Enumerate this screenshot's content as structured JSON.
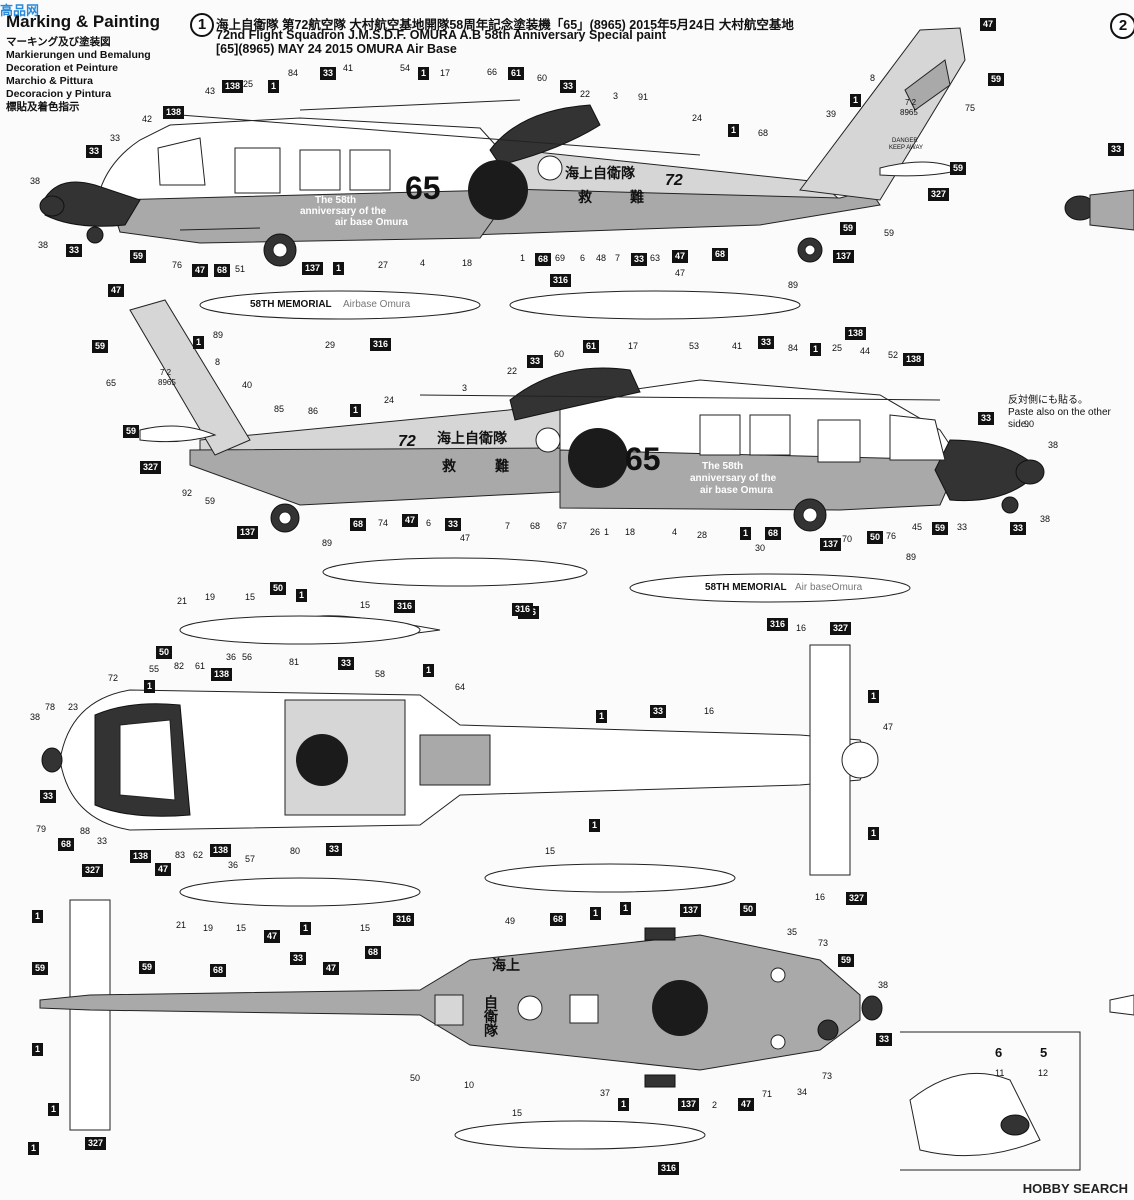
{
  "header": {
    "badge": "1",
    "line1": "海上自衛隊 第72航空隊 大村航空基地開隊58周年記念塗装機「65」(8965) 2015年5月24日 大村航空基地",
    "line2": "72nd Flight Squadron J.M.S.D.F. OMURA A.B 58th Anniversary Special paint",
    "line3": "[65](8965) MAY 24 2015 OMURA Air Base",
    "badge2": "2"
  },
  "sidebar": {
    "watermark": "高品网",
    "title": "Marking & Painting",
    "langs": [
      "マーキング及び塗装図",
      "Markierungen und Bemalung",
      "Decoration et Peinture",
      "Marchio & Pittura",
      "Decoracion y Pintura",
      "標貼及着色指示"
    ]
  },
  "aircraft_text": {
    "number": "65",
    "side_number": "72",
    "jmsdf": "海上自衛隊",
    "rescue1": "救",
    "rescue2": "難",
    "anniv1": "The 58th",
    "anniv2": "anniversary of the",
    "anniv3": "air base Omura",
    "tail_code1": "7 2",
    "tail_code2": "8965",
    "danger": "DANGER",
    "keep_away": "KEEP AWAY",
    "tank_text1": "58TH MEMORIAL",
    "tank_text2": "Airbase Omura",
    "tank_text3": "58TH MEMORIAL",
    "tank_text4": "Air baseOmura",
    "bottom_text1": "海上",
    "bottom_text2": "自衛隊"
  },
  "paste_note": {
    "jp": "反対側にも貼る。",
    "en": "Paste also on the other side."
  },
  "footer": "HOBBY SEARCH",
  "detail_labels": [
    "6",
    "5",
    "11",
    "12"
  ],
  "callouts": [
    {
      "t": "47",
      "b": true
    },
    {
      "t": "59",
      "b": true
    },
    {
      "t": "8"
    },
    {
      "t": "75"
    },
    {
      "t": "39"
    },
    {
      "t": "1",
      "b": true
    },
    {
      "t": "33",
      "b": true
    },
    {
      "t": "327",
      "b": true
    },
    {
      "t": "59",
      "b": true
    },
    {
      "t": "84"
    },
    {
      "t": "33",
      "b": true
    },
    {
      "t": "41"
    },
    {
      "t": "54"
    },
    {
      "t": "1",
      "b": true
    },
    {
      "t": "17"
    },
    {
      "t": "66"
    },
    {
      "t": "61",
      "b": true
    },
    {
      "t": "60"
    },
    {
      "t": "33",
      "b": true
    },
    {
      "t": "22"
    },
    {
      "t": "3"
    },
    {
      "t": "91"
    },
    {
      "t": "24"
    },
    {
      "t": "1",
      "b": true
    },
    {
      "t": "68"
    },
    {
      "t": "43"
    },
    {
      "t": "138",
      "b": true
    },
    {
      "t": "25"
    },
    {
      "t": "1",
      "b": true
    },
    {
      "t": "138",
      "b": true
    },
    {
      "t": "42"
    },
    {
      "t": "33"
    },
    {
      "t": "33",
      "b": true
    },
    {
      "t": "38"
    },
    {
      "t": "38"
    },
    {
      "t": "33",
      "b": true
    },
    {
      "t": "59",
      "b": true
    },
    {
      "t": "76"
    },
    {
      "t": "47",
      "b": true
    },
    {
      "t": "68",
      "b": true
    },
    {
      "t": "51"
    },
    {
      "t": "137",
      "b": true
    },
    {
      "t": "1",
      "b": true
    },
    {
      "t": "27"
    },
    {
      "t": "4"
    },
    {
      "t": "18"
    },
    {
      "t": "1"
    },
    {
      "t": "68",
      "b": true
    },
    {
      "t": "69"
    },
    {
      "t": "6"
    },
    {
      "t": "48"
    },
    {
      "t": "7"
    },
    {
      "t": "33",
      "b": true
    },
    {
      "t": "63"
    },
    {
      "t": "47",
      "b": true
    },
    {
      "t": "68",
      "b": true
    },
    {
      "t": "59",
      "b": true
    },
    {
      "t": "137",
      "b": true
    },
    {
      "t": "59"
    },
    {
      "t": "47",
      "b": true
    },
    {
      "t": "29"
    },
    {
      "t": "316",
      "b": true
    },
    {
      "t": "89"
    },
    {
      "t": "316",
      "b": true
    },
    {
      "t": "47"
    },
    {
      "t": "89"
    },
    {
      "t": "59",
      "b": true
    },
    {
      "t": "1",
      "b": true
    },
    {
      "t": "8"
    },
    {
      "t": "65"
    },
    {
      "t": "40"
    },
    {
      "t": "59",
      "b": true
    },
    {
      "t": "327",
      "b": true
    },
    {
      "t": "92"
    },
    {
      "t": "59"
    },
    {
      "t": "85"
    },
    {
      "t": "86"
    },
    {
      "t": "1",
      "b": true
    },
    {
      "t": "24"
    },
    {
      "t": "3"
    },
    {
      "t": "22"
    },
    {
      "t": "33",
      "b": true
    },
    {
      "t": "60"
    },
    {
      "t": "61",
      "b": true
    },
    {
      "t": "17"
    },
    {
      "t": "53"
    },
    {
      "t": "41"
    },
    {
      "t": "33",
      "b": true
    },
    {
      "t": "84"
    },
    {
      "t": "1",
      "b": true
    },
    {
      "t": "138",
      "b": true
    },
    {
      "t": "25"
    },
    {
      "t": "44"
    },
    {
      "t": "52"
    },
    {
      "t": "138",
      "b": true
    },
    {
      "t": "33",
      "b": true
    },
    {
      "t": "90"
    },
    {
      "t": "38"
    },
    {
      "t": "33",
      "b": true
    },
    {
      "t": "38"
    },
    {
      "t": "137",
      "b": true
    },
    {
      "t": "68",
      "b": true
    },
    {
      "t": "74"
    },
    {
      "t": "47",
      "b": true
    },
    {
      "t": "6"
    },
    {
      "t": "33",
      "b": true
    },
    {
      "t": "7"
    },
    {
      "t": "68"
    },
    {
      "t": "67"
    },
    {
      "t": "26"
    },
    {
      "t": "1"
    },
    {
      "t": "18"
    },
    {
      "t": "4"
    },
    {
      "t": "28"
    },
    {
      "t": "1",
      "b": true
    },
    {
      "t": "68",
      "b": true
    },
    {
      "t": "137",
      "b": true
    },
    {
      "t": "70"
    },
    {
      "t": "50",
      "b": true
    },
    {
      "t": "76"
    },
    {
      "t": "45"
    },
    {
      "t": "59",
      "b": true
    },
    {
      "t": "33"
    },
    {
      "t": "89"
    },
    {
      "t": "47"
    },
    {
      "t": "316",
      "b": true
    },
    {
      "t": "30"
    },
    {
      "t": "89"
    },
    {
      "t": "316",
      "b": true
    },
    {
      "t": "21"
    },
    {
      "t": "19"
    },
    {
      "t": "15"
    },
    {
      "t": "50",
      "b": true
    },
    {
      "t": "1",
      "b": true
    },
    {
      "t": "15"
    },
    {
      "t": "316",
      "b": true
    },
    {
      "t": "16"
    },
    {
      "t": "327",
      "b": true
    },
    {
      "t": "50",
      "b": true
    },
    {
      "t": "1",
      "b": true
    },
    {
      "t": "55"
    },
    {
      "t": "82"
    },
    {
      "t": "61"
    },
    {
      "t": "138",
      "b": true
    },
    {
      "t": "36"
    },
    {
      "t": "56"
    },
    {
      "t": "81"
    },
    {
      "t": "33",
      "b": true
    },
    {
      "t": "1",
      "b": true
    },
    {
      "t": "72"
    },
    {
      "t": "78"
    },
    {
      "t": "23"
    },
    {
      "t": "58"
    },
    {
      "t": "64"
    },
    {
      "t": "38"
    },
    {
      "t": "1",
      "b": true
    },
    {
      "t": "33",
      "b": true
    },
    {
      "t": "16"
    },
    {
      "t": "1",
      "b": true
    },
    {
      "t": "47"
    },
    {
      "t": "33",
      "b": true
    },
    {
      "t": "79"
    },
    {
      "t": "88"
    },
    {
      "t": "68",
      "b": true
    },
    {
      "t": "33"
    },
    {
      "t": "138",
      "b": true
    },
    {
      "t": "47",
      "b": true
    },
    {
      "t": "83"
    },
    {
      "t": "62"
    },
    {
      "t": "138",
      "b": true
    },
    {
      "t": "36"
    },
    {
      "t": "57"
    },
    {
      "t": "80"
    },
    {
      "t": "33",
      "b": true
    },
    {
      "t": "1",
      "b": true
    },
    {
      "t": "1",
      "b": true
    },
    {
      "t": "316",
      "b": true
    },
    {
      "t": "15"
    },
    {
      "t": "327",
      "b": true
    },
    {
      "t": "16"
    },
    {
      "t": "327",
      "b": true
    },
    {
      "t": "21"
    },
    {
      "t": "19"
    },
    {
      "t": "15"
    },
    {
      "t": "47",
      "b": true
    },
    {
      "t": "1",
      "b": true
    },
    {
      "t": "15"
    },
    {
      "t": "316",
      "b": true
    },
    {
      "t": "1",
      "b": true
    },
    {
      "t": "59",
      "b": true
    },
    {
      "t": "59",
      "b": true
    },
    {
      "t": "68",
      "b": true
    },
    {
      "t": "33",
      "b": true
    },
    {
      "t": "47",
      "b": true
    },
    {
      "t": "68",
      "b": true
    },
    {
      "t": "49"
    },
    {
      "t": "68",
      "b": true
    },
    {
      "t": "1",
      "b": true
    },
    {
      "t": "1",
      "b": true
    },
    {
      "t": "137",
      "b": true
    },
    {
      "t": "50",
      "b": true
    },
    {
      "t": "35"
    },
    {
      "t": "73"
    },
    {
      "t": "59",
      "b": true
    },
    {
      "t": "38"
    },
    {
      "t": "33",
      "b": true
    },
    {
      "t": "1",
      "b": true
    },
    {
      "t": "1",
      "b": true
    },
    {
      "t": "50"
    },
    {
      "t": "10"
    },
    {
      "t": "37"
    },
    {
      "t": "1",
      "b": true
    },
    {
      "t": "137",
      "b": true
    },
    {
      "t": "2"
    },
    {
      "t": "47",
      "b": true
    },
    {
      "t": "71"
    },
    {
      "t": "34"
    },
    {
      "t": "73"
    },
    {
      "t": "1",
      "b": true
    },
    {
      "t": "327",
      "b": true
    },
    {
      "t": "15"
    },
    {
      "t": "316",
      "b": true
    }
  ]
}
